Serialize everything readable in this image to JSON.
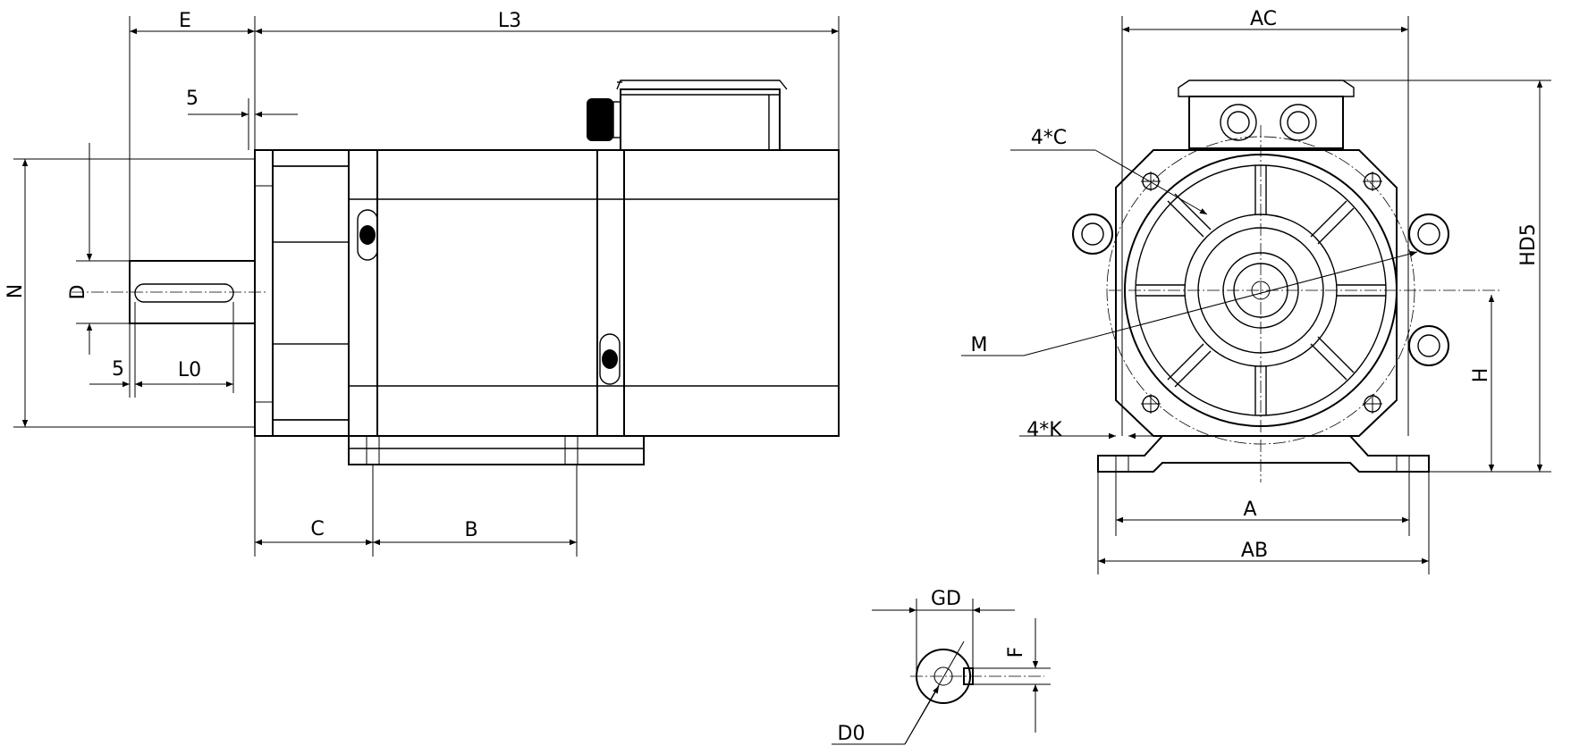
{
  "labels": {
    "E": "E",
    "L3": "L3",
    "five_top": "5",
    "N": "N",
    "D": "D",
    "five_bottom": "5",
    "L0": "L0",
    "C": "C",
    "B": "B",
    "AC": "AC",
    "four_C": "4*C",
    "HD5": "HD5",
    "M": "M",
    "H": "H",
    "four_K": "4*K",
    "A": "A",
    "AB": "AB",
    "GD": "GD",
    "F": "F",
    "D0": "D0"
  }
}
